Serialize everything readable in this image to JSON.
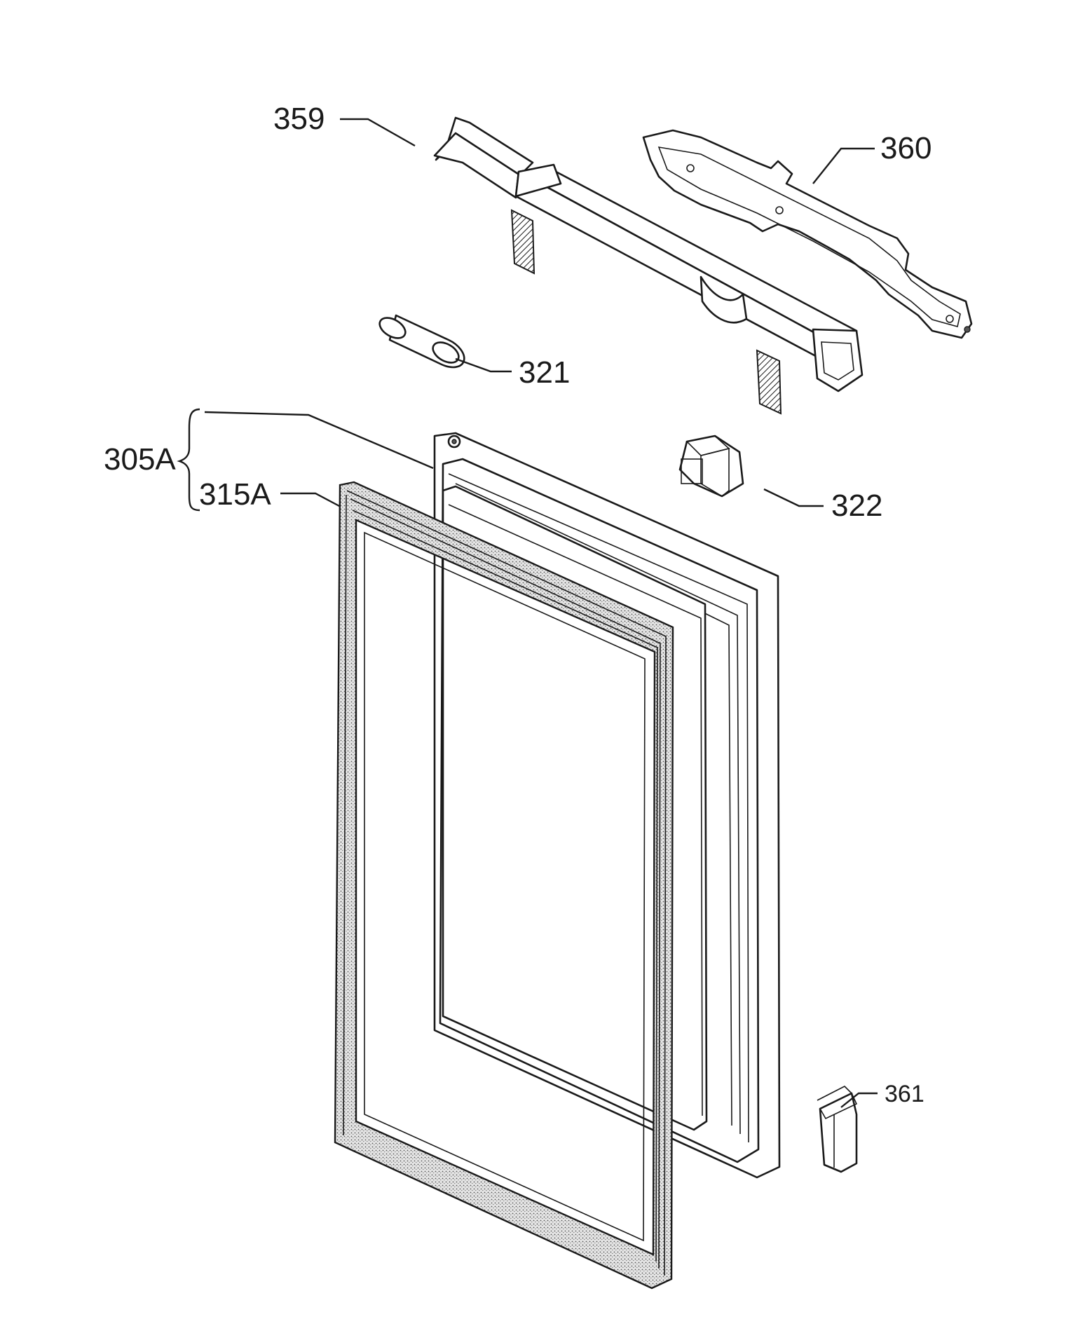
{
  "labels": {
    "part_359": "359",
    "part_360": "360",
    "part_321": "321",
    "part_305A": "305A",
    "part_315A": "315A",
    "part_322": "322",
    "part_361": "361"
  },
  "colors": {
    "line": "#1a1a1a",
    "background": "#ffffff",
    "shade": "#d8d8d8"
  }
}
